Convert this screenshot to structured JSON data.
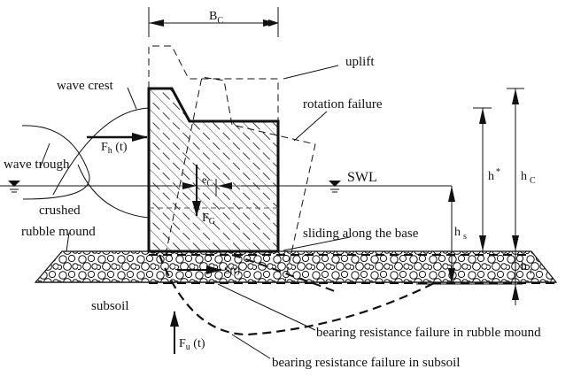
{
  "diagram": {
    "labels": {
      "wave_crest": "wave crest",
      "wave_trough": "wave trough",
      "crushed": "crushed",
      "rubble_mound": "rubble mound",
      "subsoil": "subsoil",
      "uplift": "uplift",
      "rotation_failure": "rotation failure",
      "swl": "SWL",
      "sliding": "sliding along the base",
      "bearing_rubble": "bearing resistance failure in rubble mound",
      "bearing_subsoil": "bearing resistance failure in subsoil"
    },
    "symbols": {
      "bc_main": "B",
      "bc_sub": "C",
      "fh_main": "F",
      "fh_sub": "h",
      "fh_arg": " (t)",
      "ec_main": "e",
      "ec_sub": "C",
      "fg_main": "F",
      "fg_sub": "G",
      "s_main": "S",
      "s_arg": "(t)",
      "fu_main": "F",
      "fu_sub": "u",
      "fu_arg": " (t)",
      "hstar_main": "h",
      "hstar_sup": "*",
      "hc_main": "h",
      "hc_sub": "C",
      "hs_main": "h",
      "hs_sub": "s",
      "hr_main": "h",
      "hr_sub": "r"
    },
    "colors": {
      "ink": "#111111",
      "gray": "#555555",
      "background": "#ffffff"
    }
  }
}
